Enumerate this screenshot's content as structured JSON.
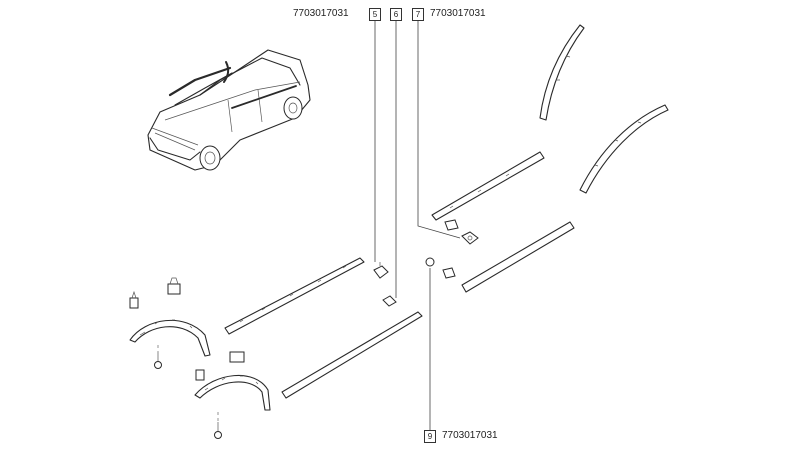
{
  "parts": [
    {
      "callout": "5",
      "ref": "7703017031"
    },
    {
      "callout": "6",
      "ref": ""
    },
    {
      "callout": "7",
      "ref": "7703017031"
    },
    {
      "callout": "9",
      "ref": "7703017031"
    }
  ]
}
